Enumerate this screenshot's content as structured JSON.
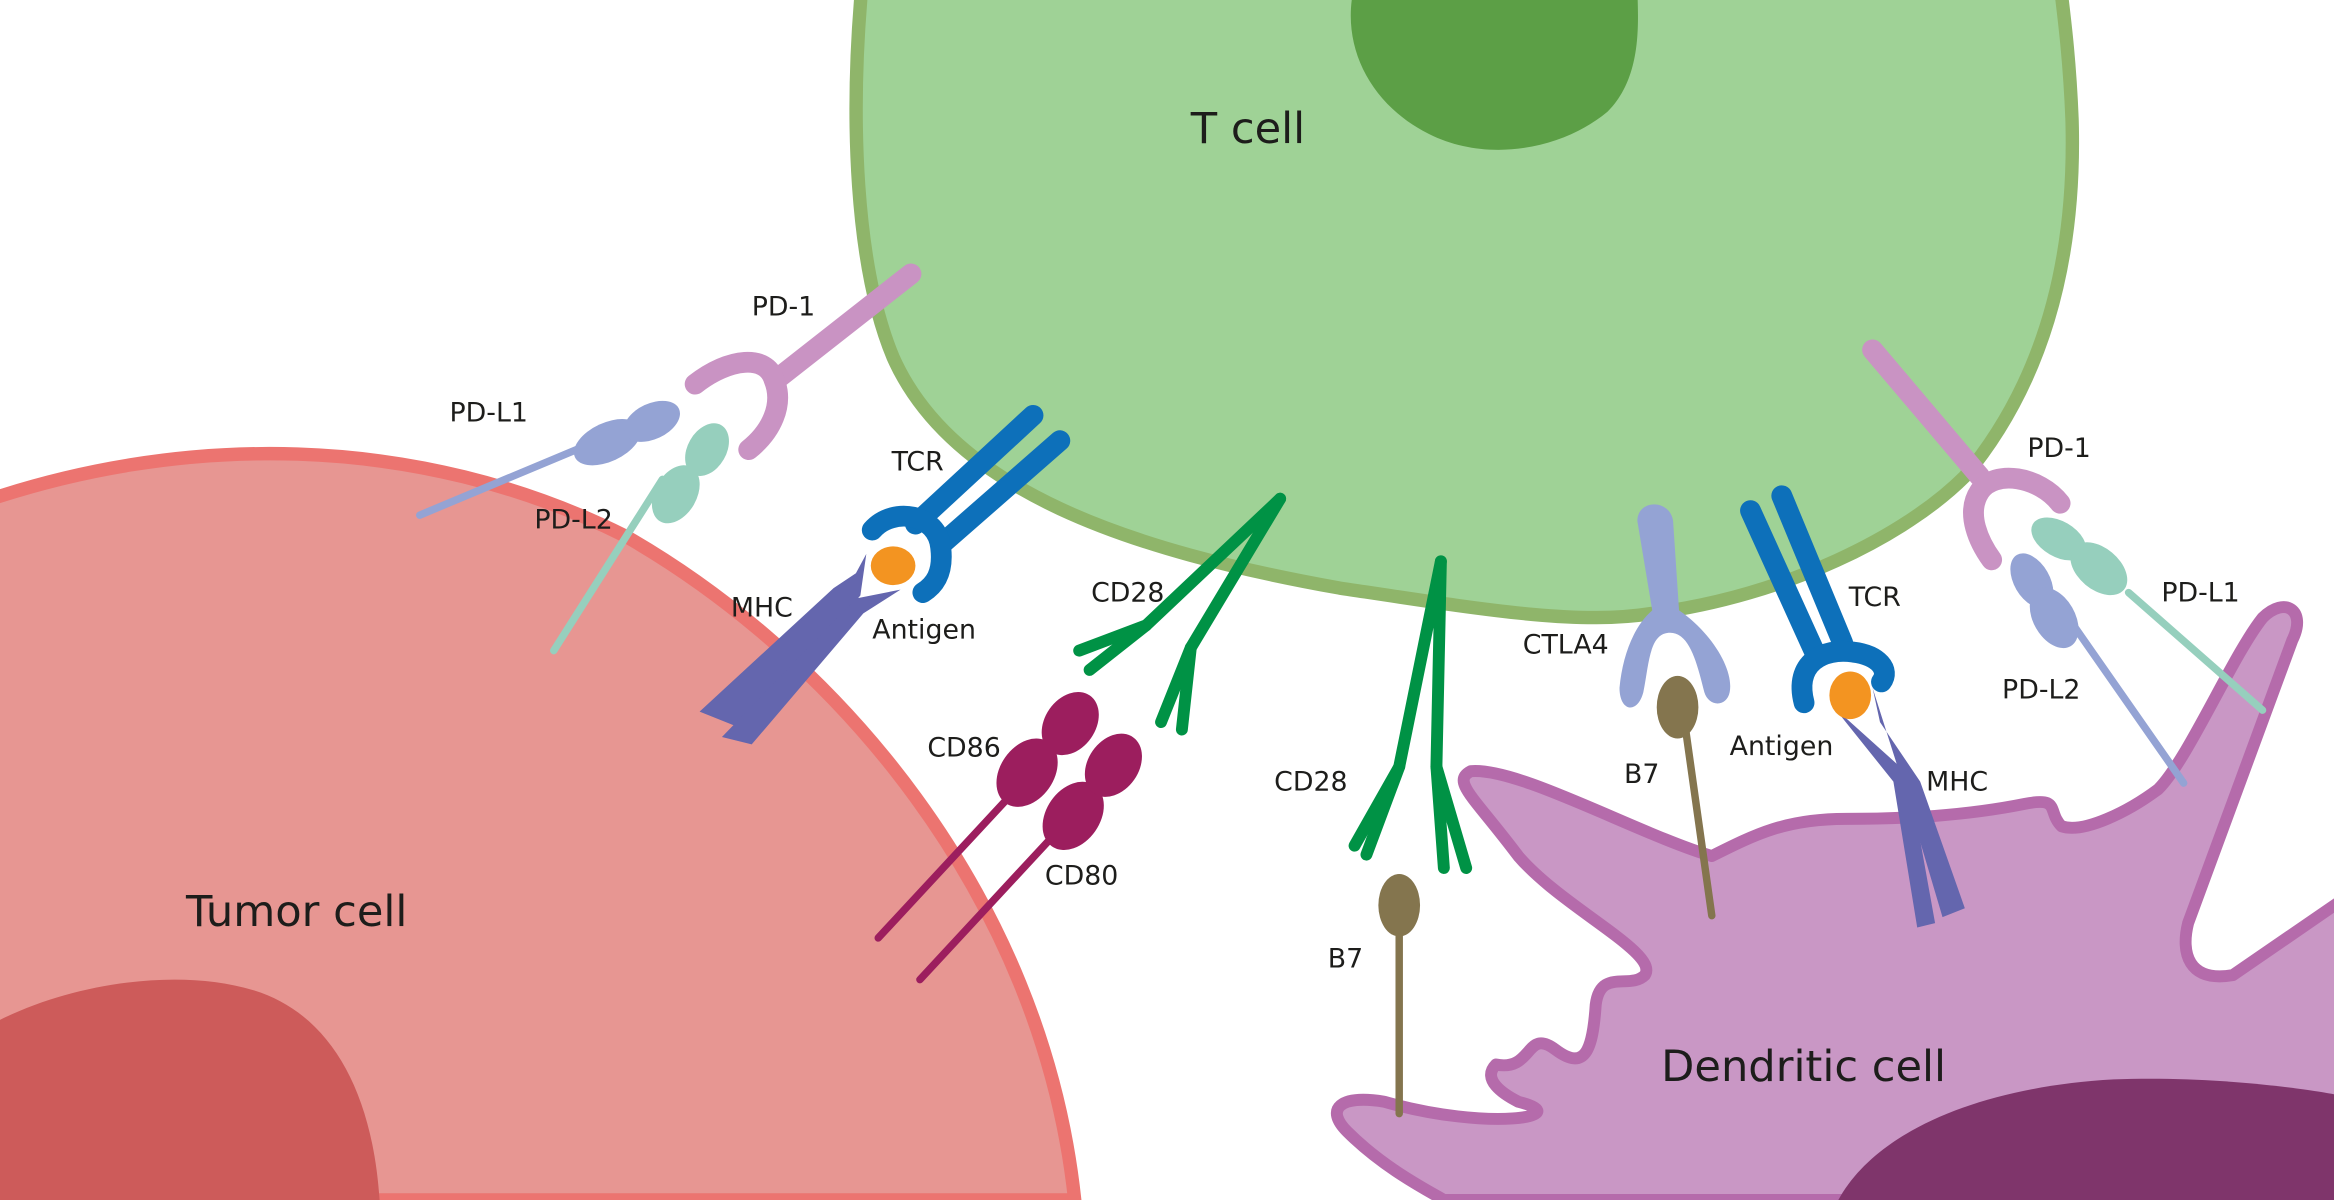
{
  "title": "T cell immune checkpoint interactions",
  "cells": {
    "t_cell": "T cell",
    "tumor_cell": "Tumor cell",
    "dendritic_cell": "Dendritic cell"
  },
  "left_labels": {
    "pd1": "PD-1",
    "pdl1": "PD-L1",
    "pdl2": "PD-L2",
    "tcr": "TCR",
    "mhc": "MHC",
    "antigen": "Antigen",
    "cd28": "CD28",
    "cd86": "CD86",
    "cd80": "CD80"
  },
  "right_labels": {
    "cd28": "CD28",
    "b7_a": "B7",
    "ctla4": "CTLA4",
    "b7_b": "B7",
    "tcr": "TCR",
    "antigen": "Antigen",
    "mhc": "MHC",
    "pd1": "PD-1",
    "pdl1": "PD-L1",
    "pdl2": "PD-L2"
  },
  "colors": {
    "t_cell_fill": "#9fd296",
    "t_cell_border": "#8fb56a",
    "t_cell_nucleus": "#5c9f46",
    "tumor_fill": "#e79692",
    "tumor_border": "#ec7470",
    "tumor_nucleus": "#cd5b5a",
    "dendritic_fill": "#c997c5",
    "dendritic_border": "#b56bab",
    "dendritic_nucleus": "#7f356b",
    "pd1": "#c993c3",
    "pdl1": "#94a3d4",
    "pdl2": "#96cfbd",
    "tcr": "#0d70ba",
    "mhc": "#6466ae",
    "antigen": "#f39421",
    "cd28": "#009245",
    "cd86_cd80": "#9c1e5e",
    "b7": "#84754e",
    "ctla4": "#94a3d4"
  }
}
